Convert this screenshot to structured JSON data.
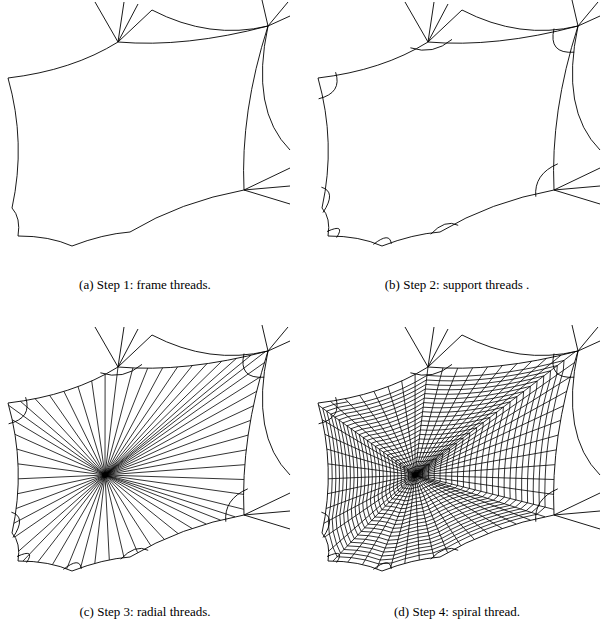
{
  "diagram": {
    "labels": [
      "(a) Step 1: frame threads.",
      "(b) Step 2: support threads .",
      "(c) Step 3: radial threads.",
      "(d) Step 4: spiral thread."
    ]
  }
}
